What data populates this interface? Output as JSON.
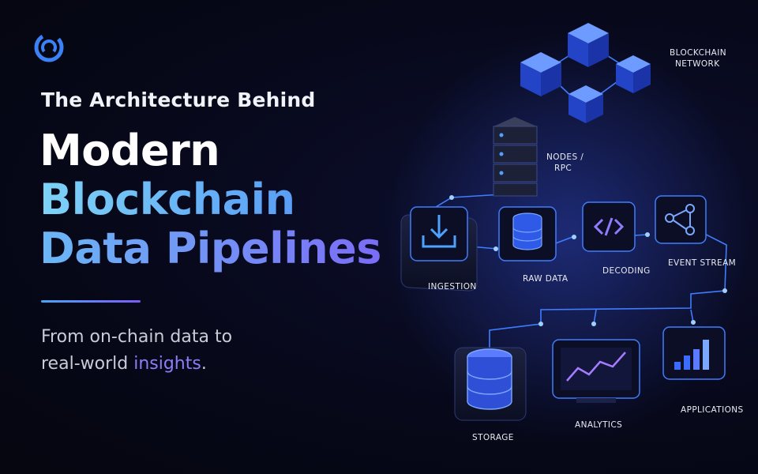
{
  "heading": {
    "subtitle": "The Architecture Behind",
    "line1": "Modern",
    "line2": "Blockchain",
    "line3": "Data Pipelines"
  },
  "tagline": {
    "line1": "From on-chain data to",
    "line2_prefix": "real-world ",
    "line2_highlight": "insights",
    "line2_suffix": "."
  },
  "diagram": {
    "network_label_1": "BLOCKCHAIN",
    "network_label_2": "NETWORK",
    "nodes_label_1": "NODES /",
    "nodes_label_2": "RPC",
    "stages": [
      "INGESTION",
      "RAW DATA",
      "DECODING",
      "EVENT STREAM"
    ],
    "outputs": [
      "STORAGE",
      "ANALYTICS",
      "APPLICATIONS"
    ]
  },
  "colors": {
    "background": "#07081a",
    "accent_blue": "#3b82f6",
    "accent_cyan": "#6fc4f2",
    "accent_purple": "#7b5cf6"
  },
  "icons": [
    "logo-icon",
    "download-icon",
    "database-icon",
    "code-icon",
    "network-graph-icon",
    "line-chart-icon",
    "bar-chart-icon"
  ]
}
